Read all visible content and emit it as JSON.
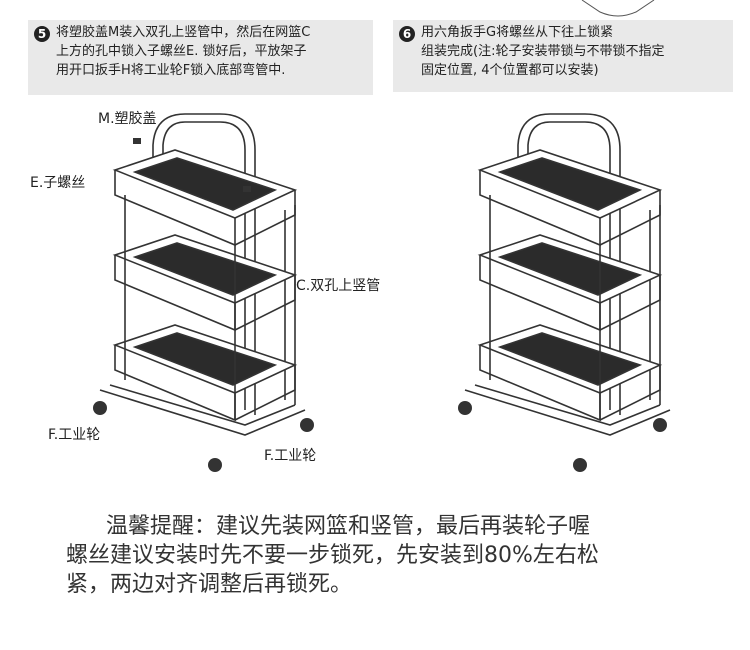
{
  "step5": {
    "number": "5",
    "lines": [
      "将塑胶盖M装入双孔上竖管中，然后在网篮C",
      "上方的孔中锁入子螺丝E. 锁好后，平放架子",
      "用开口扳手H将工业轮F锁入底部弯管中."
    ]
  },
  "step6": {
    "number": "6",
    "lines": [
      "用六角扳手G将螺丝从下往上锁紧",
      "组装完成(注:轮子安装带锁与不带锁不指定",
      "固定位置, 4个位置都可以安装)"
    ]
  },
  "labels": {
    "m": "M.塑胶盖",
    "e": "E.子螺丝",
    "c": "C.双孔上竖管",
    "f1": "F.工业轮",
    "f2": "F.工业轮"
  },
  "tip": {
    "lines": [
      "温馨提醒：建议先装网篮和竖管，最后再装轮子喔",
      "螺丝建议安装时先不要一步锁死，先安装到80%左右松",
      "紧，两边对齐调整后再锁死。"
    ]
  }
}
